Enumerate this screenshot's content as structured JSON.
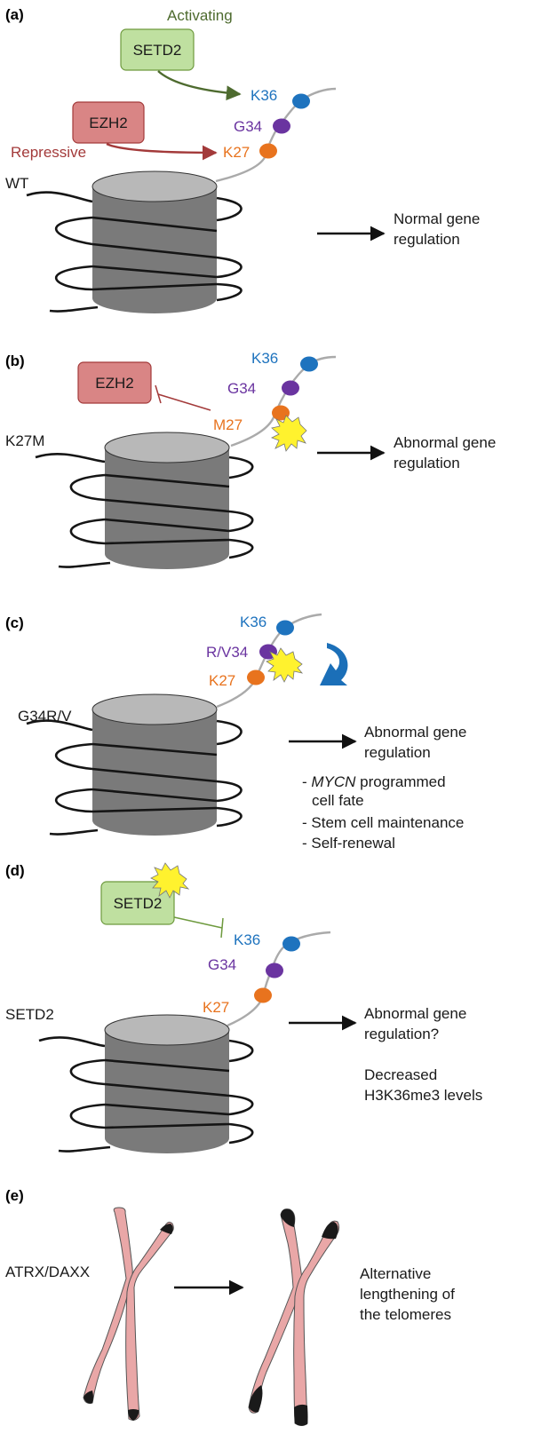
{
  "colors": {
    "k36": "#1E73BE",
    "g34": "#6A34A0",
    "k27": "#E8731E",
    "activating": "#4E6B2F",
    "repressive": "#A33A3A",
    "ezh2_fill": "#D98585",
    "setd2_fill": "#BFE0A0",
    "nucleosome": "#7A7A7A",
    "star": "#FFF22E",
    "chromosome": "#E9A7A7",
    "telomere": "#1A1A1A",
    "curved_arrow": "#1B6FB8"
  },
  "panels": {
    "a": {
      "label": "(a)",
      "variant": "WT",
      "enzyme_top": "SETD2",
      "enzyme_top_effect": "Activating",
      "enzyme_bottom": "EZH2",
      "enzyme_bottom_effect": "Repressive",
      "residues": [
        "K36",
        "G34",
        "K27"
      ],
      "outcome": [
        "Normal gene",
        "regulation"
      ]
    },
    "b": {
      "label": "(b)",
      "variant": "K27M",
      "enzyme": "EZH2",
      "residues": [
        "K36",
        "G34",
        "M27"
      ],
      "outcome": [
        "Abnormal gene",
        "regulation"
      ]
    },
    "c": {
      "label": "(c)",
      "variant": "G34R/V",
      "residues": [
        "K36",
        "R/V34",
        "K27"
      ],
      "outcome": [
        "Abnormal gene",
        "regulation"
      ],
      "bullet1_italic": "MYCN",
      "bullet1_rest": " programmed",
      "bullet1_cont": "cell fate",
      "bullet2": "- Stem cell maintenance",
      "bullet3": "- Self-renewal",
      "dash": "- "
    },
    "d": {
      "label": "(d)",
      "variant": "SETD2",
      "enzyme": "SETD2",
      "residues": [
        "K36",
        "G34",
        "K27"
      ],
      "outcome": [
        "Abnormal gene",
        "regulation?"
      ],
      "outcome2": [
        "Decreased",
        "H3K36me3 levels"
      ]
    },
    "e": {
      "label": "(e)",
      "variant": "ATRX/DAXX",
      "outcome": [
        "Alternative",
        "lengthening of",
        "the telomeres"
      ]
    }
  }
}
